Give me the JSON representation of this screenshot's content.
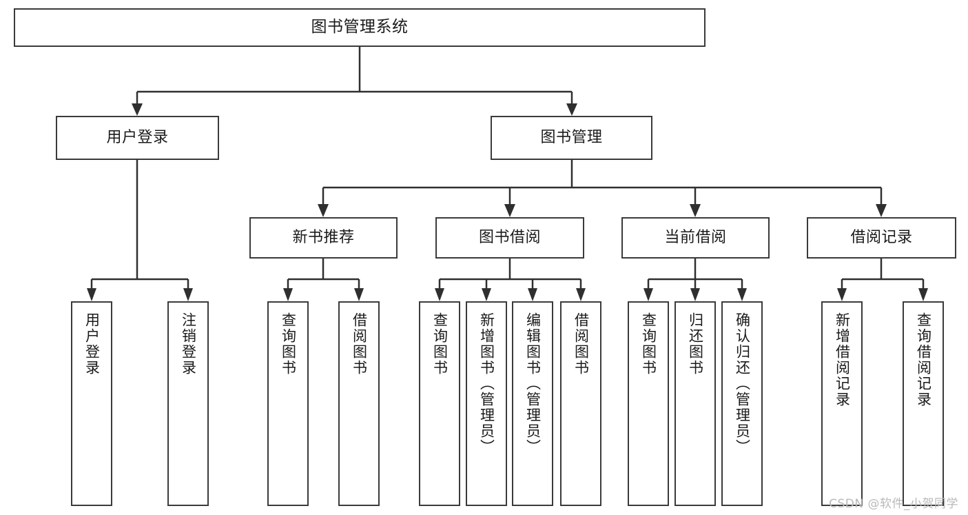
{
  "diagram": {
    "title": "图书管理系统",
    "type": "tree-hierarchy-chart",
    "watermark": "CSDN @软件_小贺同学",
    "colors": {
      "stroke": "#2f2f2f",
      "box_border": "#3a3a3a",
      "background": "#ffffff",
      "text": "#1a1a1a",
      "watermark": "#b9b9b9"
    }
  },
  "nodes": {
    "root": {
      "label": "图书管理系统"
    },
    "level2": [
      {
        "label": "用户登录"
      },
      {
        "label": "图书管理"
      }
    ],
    "level3": [
      {
        "label": "新书推荐"
      },
      {
        "label": "图书借阅"
      },
      {
        "label": "当前借阅"
      },
      {
        "label": "借阅记录"
      }
    ],
    "leaves": {
      "user_login": [
        {
          "label": "用户登录"
        },
        {
          "label": "注销登录"
        }
      ],
      "new_book_recommend": [
        {
          "label": "查询图书"
        },
        {
          "label": "借阅图书"
        }
      ],
      "book_borrow": [
        {
          "label": "查询图书"
        },
        {
          "label": "新增图书（管理员）"
        },
        {
          "label": "编辑图书（管理员）"
        },
        {
          "label": "借阅图书"
        }
      ],
      "current_borrow": [
        {
          "label": "查询图书"
        },
        {
          "label": "归还图书"
        },
        {
          "label": "确认归还（管理员）"
        }
      ],
      "borrow_record": [
        {
          "label": "新增借阅记录"
        },
        {
          "label": "查询借阅记录"
        }
      ]
    }
  }
}
